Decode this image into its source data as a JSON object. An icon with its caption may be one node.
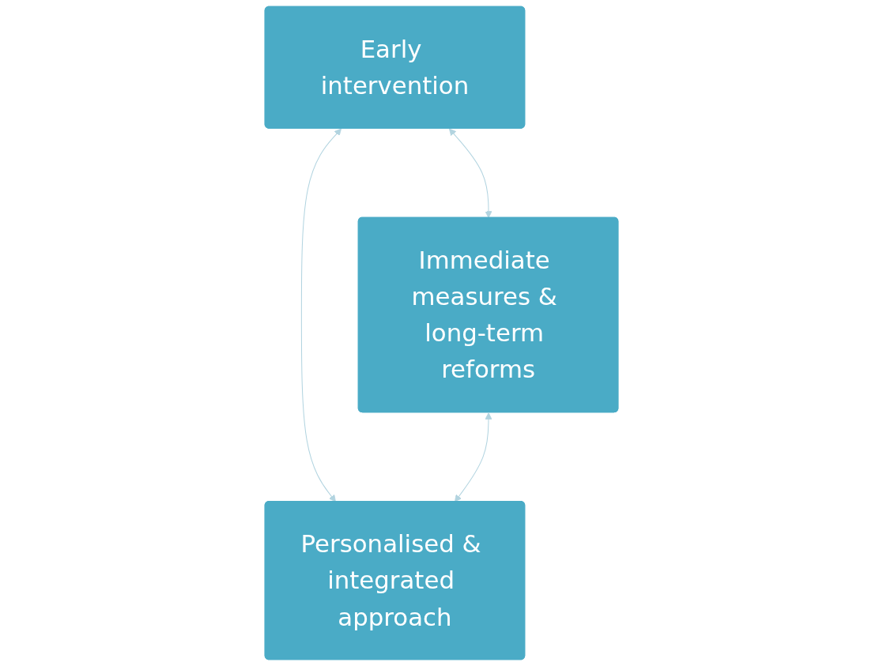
{
  "diagram": {
    "nodes": [
      {
        "text": [
          "Early intervention"
        ]
      },
      {
        "text": [
          "Immediate measures & long-term reforms"
        ]
      },
      {
        "text": [
          "Personalised & integrated approach"
        ]
      }
    ],
    "edges": [
      {
        "from": 0,
        "to": 1,
        "arrow": "both"
      },
      {
        "from": 0,
        "to": 2,
        "arrow": "both"
      },
      {
        "from": 1,
        "to": 2,
        "arrow": "both"
      }
    ]
  }
}
